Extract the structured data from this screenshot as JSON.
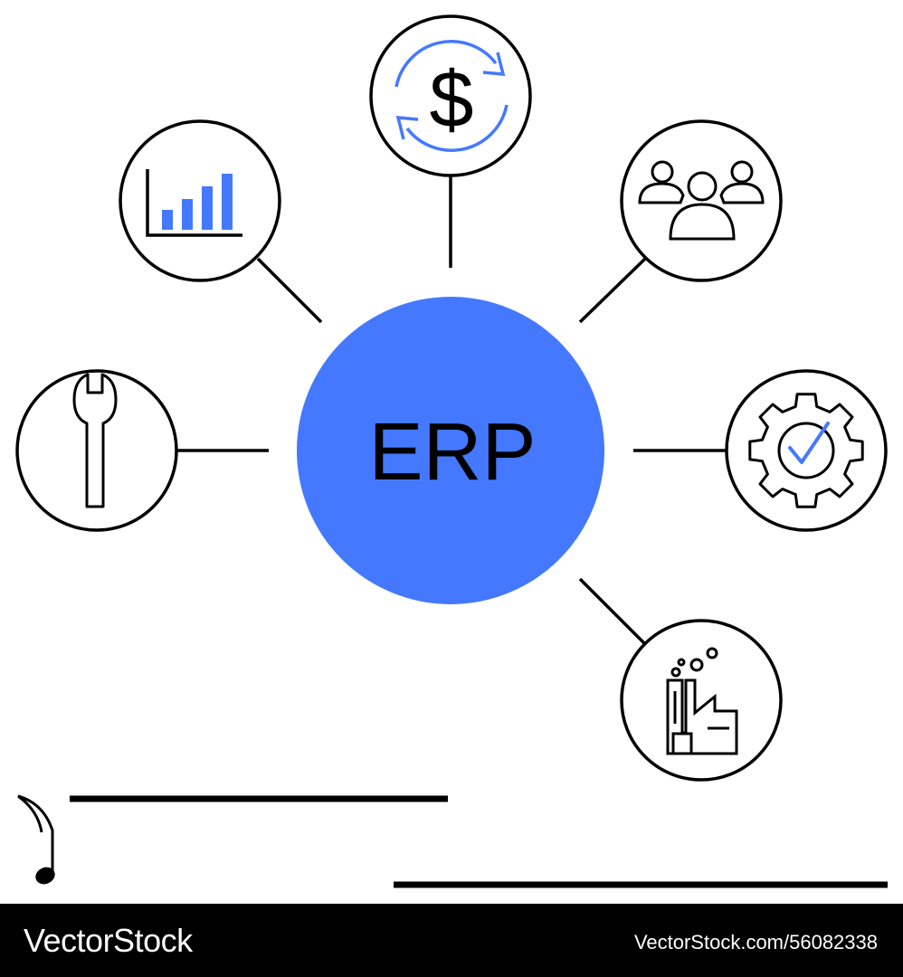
{
  "diagram": {
    "center_label": "ERP",
    "accent_color": "#4479FF",
    "line_color": "#000000",
    "nodes": [
      {
        "icon": "finance-cycle-icon"
      },
      {
        "icon": "bar-chart-icon"
      },
      {
        "icon": "team-icon"
      },
      {
        "icon": "wrench-icon"
      },
      {
        "icon": "gear-check-icon"
      },
      {
        "icon": "factory-icon"
      }
    ],
    "decorations": {
      "icon": "music-note-icon"
    }
  },
  "footer": {
    "brand": "VectorStock",
    "image_id": "VectorStock.com/56082338"
  }
}
